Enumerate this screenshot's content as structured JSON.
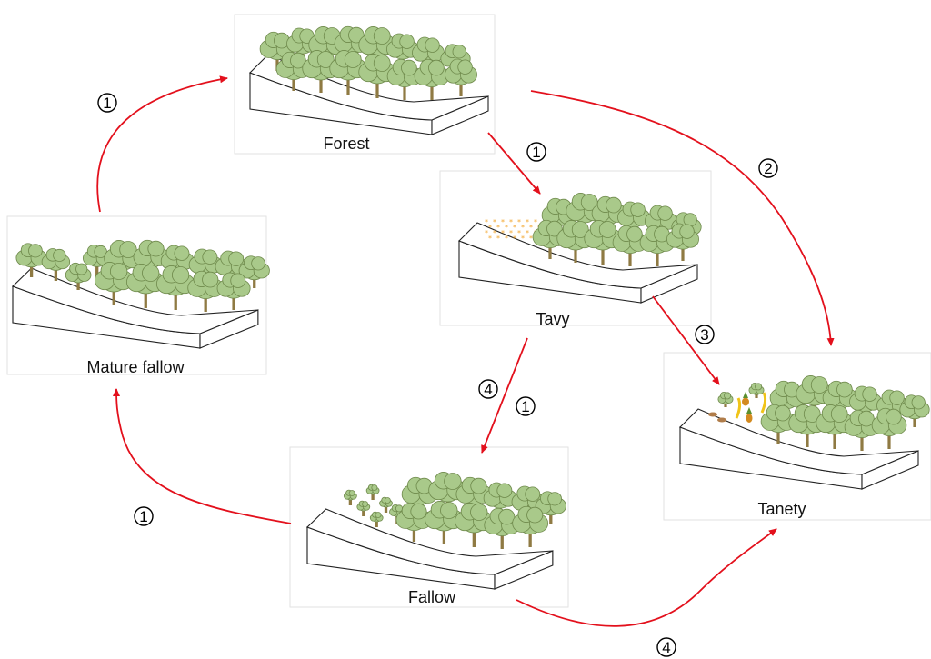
{
  "colors": {
    "arrow": "#e3101c",
    "foliage": "#a9c98a",
    "foliage_edge": "#6f8a4c",
    "trunk": "#8f7a43",
    "land_edge": "#222222",
    "panel_border": "#e2e2e2",
    "fire": "#f2a72f",
    "crop_banana": "#f0c419",
    "crop_pineapple": "#d38a1f",
    "crop_leaf": "#5b8f2e",
    "crop_root": "#b07d4a"
  },
  "panels": {
    "forest": {
      "label": "Forest",
      "icon": "dense-forest-block"
    },
    "tavy": {
      "label": "Tavy",
      "icon": "burned-slope-block"
    },
    "tanety": {
      "label": "Tanety",
      "icon": "cropped-hillside-block"
    },
    "fallow": {
      "label": "Fallow",
      "icon": "young-fallow-block"
    },
    "mature_fallow": {
      "label": "Mature fallow",
      "icon": "mature-fallow-block"
    }
  },
  "transitions": [
    {
      "from": "Mature fallow",
      "to": "Forest",
      "steps": [
        "1"
      ]
    },
    {
      "from": "Forest",
      "to": "Tavy",
      "steps": [
        "1"
      ]
    },
    {
      "from": "Forest",
      "to": "Tanety",
      "steps": [
        "2"
      ]
    },
    {
      "from": "Tavy",
      "to": "Tanety",
      "steps": [
        "3"
      ]
    },
    {
      "from": "Tavy",
      "to": "Fallow",
      "steps": [
        "4",
        "1"
      ]
    },
    {
      "from": "Fallow",
      "to": "Mature fallow",
      "steps": [
        "1"
      ]
    },
    {
      "from": "Fallow",
      "to": "Tanety",
      "steps": [
        "4"
      ]
    }
  ]
}
